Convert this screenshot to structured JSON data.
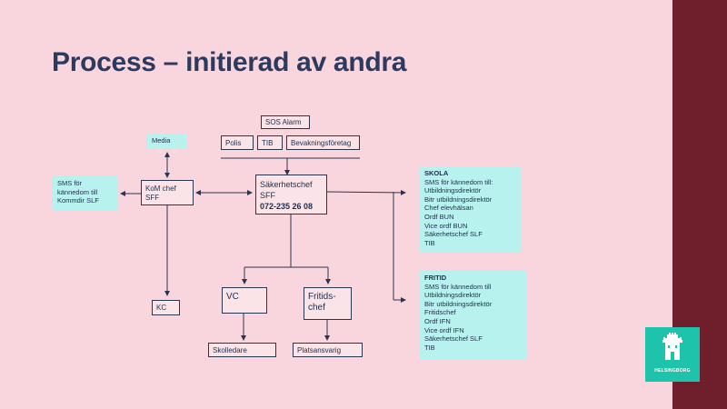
{
  "title": "Process – initierad av andra",
  "top_sources": {
    "sos_alarm": "SOS Alarm",
    "polis": "Polis",
    "tib": "TIB",
    "bevakning": "Bevakningsföretag"
  },
  "media": "Media",
  "sms_kommdir": [
    "SMS för",
    "kännedom till",
    "Kommdir SLF"
  ],
  "kom_chef": [
    "KoM chef",
    "SFF"
  ],
  "sakerhetschef": {
    "title": "Säkerhetschef",
    "org": "SFF",
    "phone": "072-235 26 08"
  },
  "kc": "KC",
  "vc": "VC",
  "fritidschef": [
    "Fritids-",
    "chef"
  ],
  "skolledare": "Skolledare",
  "platsansvarig": "Platsansvarig",
  "skola": {
    "heading": "SKOLA",
    "lines": [
      "SMS för kännedom till:",
      "Utbildningsdirektör",
      "Bitr utbildningsdirektör",
      "Chef elevhälsan",
      "Ordf BUN",
      "Vice ordf BUN",
      "Säkerhetschef SLF",
      "TIB"
    ]
  },
  "fritid": {
    "heading": "FRITID",
    "lines": [
      "SMS för kännedom till",
      "Utbildningsdirektör",
      "Bitr utbildningsdirektör",
      "Fritidschef",
      "Ordf IFN",
      "Vice ordf IFN",
      "Säkerhetschef SLF",
      "TIB"
    ]
  },
  "logo": {
    "text": "HELSINGBORG",
    "icon": "castle-icon"
  },
  "colors": {
    "background": "#f9d6dd",
    "sidebar": "#6f1f2c",
    "info_box": "#b7f2ef",
    "logo": "#1dc3ab",
    "title": "#2b3a5e"
  }
}
